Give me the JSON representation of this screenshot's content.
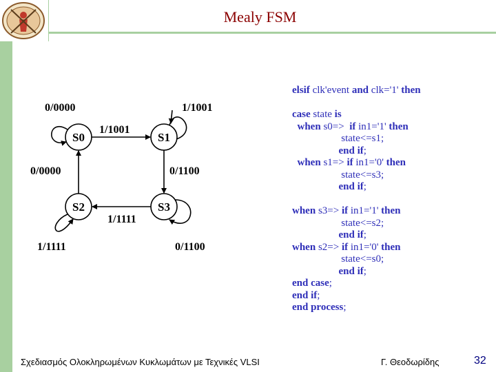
{
  "slide": {
    "title": "Mealy FSM",
    "footer": "Σχεδιασμός Ολοκληρωμένων Κυκλωμάτων με Τεχνικές VLSI",
    "author": "Γ. Θεοδωρίδης",
    "page": "32"
  },
  "diagram": {
    "states": [
      "S0",
      "S1",
      "S2",
      "S3"
    ],
    "transitions": [
      {
        "label": "0/0000"
      },
      {
        "label": "1/1001"
      },
      {
        "label": "1/1001"
      },
      {
        "label": "0/0000"
      },
      {
        "label": "0/1100"
      },
      {
        "label": "1/1111"
      },
      {
        "label": "1/1111"
      },
      {
        "label": "0/1100"
      }
    ]
  },
  "code": {
    "l1": [
      "elsif",
      " clk'event ",
      "and",
      " clk='1' ",
      "then"
    ],
    "l2": [
      "case",
      " state ",
      "is"
    ],
    "l3": [
      "  when",
      " s0=>  ",
      "if",
      " in1='1' ",
      "then"
    ],
    "l4": "                   state<=s1;",
    "l5": [
      "                  ",
      "end if",
      ";"
    ],
    "l6": [
      "  when",
      " s1=> ",
      "if",
      " in1='0' ",
      "then"
    ],
    "l7": "                   state<=s3;",
    "l8": [
      "                  ",
      "end if",
      ";"
    ],
    "l9": [
      "when",
      " s3=> ",
      "if",
      " in1='1' ",
      "then"
    ],
    "l10": "                   state<=s2;",
    "l11": [
      "                  ",
      "end if",
      ";"
    ],
    "l12": [
      "when",
      " s2=> ",
      "if",
      " in1='0' ",
      "then"
    ],
    "l13": "                   state<=s0;",
    "l14": [
      "                  ",
      "end if",
      ";"
    ],
    "l15": [
      "end case",
      ";"
    ],
    "l16": [
      "end if",
      ";"
    ],
    "l17": [
      "end process",
      ";"
    ]
  }
}
